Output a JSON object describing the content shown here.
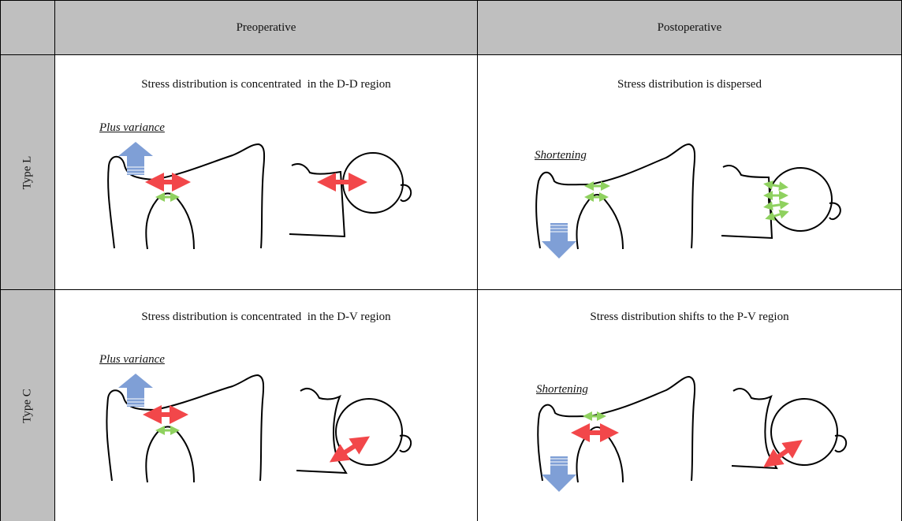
{
  "header": {
    "col_pre": "Preoperative",
    "col_post": "Postoperative"
  },
  "rows": [
    {
      "label": "Type L",
      "pre_caption": "Stress distribution is concentrated  in the D-D region",
      "post_caption": "Stress distribution is dispersed",
      "pre_note": "Plus variance",
      "post_note": "Shortening"
    },
    {
      "label": "Type C",
      "pre_caption": "Stress distribution is concentrated  in the D-V region",
      "post_caption": "Stress distribution shifts to the P-V region",
      "pre_note": "Plus variance",
      "post_note": "Shortening"
    }
  ],
  "colors": {
    "header_bg": "#bfbfbf",
    "blue_arrow": "#7f9fd6",
    "red_arrow": "#f2474a",
    "green_arrow": "#8fd15f",
    "outline": "#000000"
  }
}
